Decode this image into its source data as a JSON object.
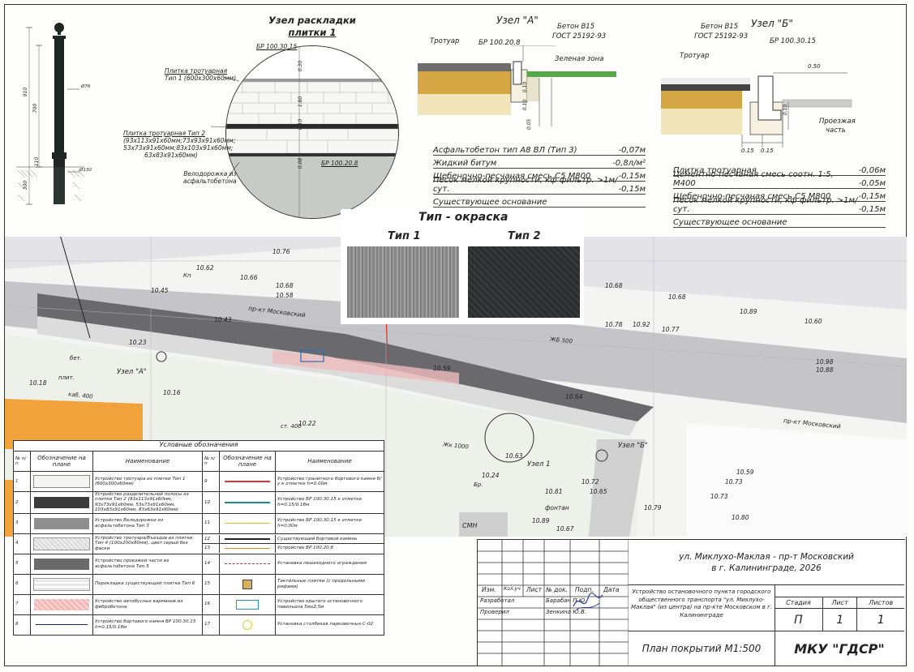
{
  "bollard": {
    "dim_total": "910",
    "dim_mid": "700",
    "dim_low": "110",
    "dim_base": "300",
    "dia_top": "Ø76",
    "dia_base": "Ø130"
  },
  "node_paving": {
    "title_line1": "Узел раскладки",
    "title_line2": "плитки 1",
    "curb_top": "БР 100.30.15",
    "curb_bottom": "БР 100.20.8",
    "tile1_line1": "Плитка тротуарная",
    "tile1_line2": "Тип 1 (600х300х60мм)",
    "tile2_title": "Плитка тротуарная Тип 2",
    "tile2_l1": "(93х113х91х60мм;73х93х91х60мм;",
    "tile2_l2": "53х73х91х60мм;83х103х91х60мм;",
    "tile2_l3": "63х83х91х60мм)",
    "bike_line1": "Велодорожка из",
    "bike_line2": "асфальтобетона",
    "dims": [
      "0.30",
      "1.80",
      "0.10",
      "0.08"
    ]
  },
  "node_a": {
    "title": "Узел \"А\"",
    "concrete": "Бетон В15",
    "gost": "ГОСТ 25192-93",
    "curb": "БР 100.20.8",
    "sidewalk": "Тротуар",
    "green": "Зеленая зона",
    "dims": [
      "0.10",
      "0.10",
      "0.05"
    ],
    "layers": [
      {
        "name": "Асфальтобетон тип А8 ВЛ (Тип 3)",
        "value": "-0,07м"
      },
      {
        "name": "Жидкий битум",
        "value": "-0,8л/м²"
      },
      {
        "name": "Щебеночно-песчаная смесь С5 М800",
        "value": "-0,15м"
      },
      {
        "name": "Песок мелкой крупности, кф фильтр. >1м/сут.",
        "value": "-0,15м"
      },
      {
        "name": "Существующее основание",
        "value": ""
      }
    ]
  },
  "node_b": {
    "title": "Узел \"Б\"",
    "concrete": "Бетон В15",
    "gost": "ГОСТ 25192-93",
    "curb": "БР 100.30.15",
    "sidewalk": "Тротуар",
    "road_l1": "Проезжая",
    "road_l2": "часть",
    "dims": [
      "0.50",
      "0.10",
      "0.15",
      "0.15"
    ],
    "layers": [
      {
        "name": "Плитка тротуарная",
        "value": "-0,06м"
      },
      {
        "name": "Цементно-песчаная смесь соотн. 1:5, М400",
        "value": "-0,05м"
      },
      {
        "name": "Щебеночно-песчаная смесь С5 М800",
        "value": "-0,15м"
      },
      {
        "name": "Песок мелкой крупности, кф фильтр. >1м/сут.",
        "value": "-0,15м"
      },
      {
        "name": "Существующее основание",
        "value": ""
      }
    ]
  },
  "paint": {
    "title": "Тип - окраска",
    "type1": "Тип 1",
    "type2": "Тип 2"
  },
  "plan": {
    "street1": "пр-кт Московский",
    "street2": "пр-кт Московский",
    "node_a_label": "Узел \"А\"",
    "node_b_label": "Узел \"Б\"",
    "node1_label": "Узел 1",
    "labels": [
      "10.76",
      "10.62",
      "10.66",
      "10.68",
      "10.58",
      "10.45",
      "10.43",
      "10.23",
      "10.18",
      "10.16",
      "10.22",
      "10.59",
      "10.64",
      "10.63",
      "10.72",
      "10.65",
      "10.68",
      "10.73",
      "10.80",
      "10.79",
      "10.89",
      "10.67",
      "10.24",
      "10.81",
      "10.78",
      "10.92",
      "10.77",
      "10.89",
      "10.60",
      "10.59",
      "10.73",
      "10.68",
      "10.98",
      "10.88"
    ],
    "kp": "Кп",
    "cmn": "СМН",
    "fountain": "фонтан",
    "kab1": "каб. 400",
    "kab2": "ст. 400",
    "zhb": "ЖБ 500",
    "zhk": "Жк 1000",
    "bet": "бет.",
    "plit": "плит.",
    "br": "Бр."
  },
  "legend": {
    "title": "Условные обозначения",
    "head": {
      "n": "№ п/п",
      "sym": "Обозначение на плане",
      "name": "Наименование"
    },
    "left": [
      {
        "n": "1",
        "name": "Устройство тротуара из плитки Тип 1 (600х300х60мм)",
        "color": "#f4f4f0"
      },
      {
        "n": "2",
        "name": "Устройство разделительной полосы из плитки Тип 2 (93х113х91х60мм, 93х73х91х60мм, 53х73х91х60мм, 103х83х91х60мм, 83х63х91х60мм)",
        "color": "#3b3b3b"
      },
      {
        "n": "3",
        "name": "Устройство Велодорожки из асфальтобетона Тип 3",
        "color": "#8f8f8f"
      },
      {
        "n": "4",
        "name": "Устройство тротуара/Въездов из плитки Тип 4 (100х200х80мм), цвет серый без фаски",
        "color": "#d8d8d8"
      },
      {
        "n": "5",
        "name": "Устройство проезжей части из асфальтобетона Тип 5",
        "color": "#6a6a6a"
      },
      {
        "n": "6",
        "name": "Перекладка существующей плитки Тип 6",
        "color": "#e8e8e8"
      },
      {
        "n": "7",
        "name": "Устройство автобусных карманов из фибробетона",
        "color": "#f2b8b8"
      },
      {
        "n": "8",
        "name": "Устройство бортового камня БР 100.30.15 h=0.15/0.18м",
        "color": "#ffffff"
      }
    ],
    "right": [
      {
        "n": "9",
        "name": "Устройство гранитного бортового камня б/у к отметке h=0.00м"
      },
      {
        "n": "10",
        "name": "Устройство БР 100.30.15 к отметке h=0.15/0.18м"
      },
      {
        "n": "11",
        "name": "Устройство БР 100.30.15 к отметке h=0.00м"
      },
      {
        "n": "12",
        "name": "Существующий бортовой камень"
      },
      {
        "n": "13",
        "name": "Устройство БР 100.20.8"
      },
      {
        "n": "14",
        "name": "Установка пешеходного ограждения"
      },
      {
        "n": "15",
        "name": "Тактильные плитки (с продольными рифами)"
      },
      {
        "n": "16",
        "name": "Устройство крытого остановочного павильона 5мх2,5м"
      },
      {
        "n": "17",
        "name": "Установка столбиков парковочных С-02"
      }
    ]
  },
  "stamp": {
    "project_l1": "ул. Миклухо-Маклая - пр-т Московский",
    "project_l2": "в г. Калининграде, 2026",
    "head": [
      "Изм.",
      "Кол.уч",
      "Лист",
      "№ док.",
      "Подп.",
      "Дата"
    ],
    "developed": "Разработал",
    "developer": "Барабан П.Ю.",
    "checked": "Проверил",
    "checker": "Зенкина Ю.В.",
    "desc": "Устройство остановочного пункта городского общественного транспорта \"ул. Миклухо-Маклая\" (из центра) на пр-кте Московском в г. Калининграде",
    "stage_h": "Стадия",
    "sheet_h": "Лист",
    "sheets_h": "Листов",
    "stage": "П",
    "sheet": "1",
    "sheets": "1",
    "drawing": "План покрытий М1:500",
    "org": "МКУ \"ГДСР\""
  }
}
